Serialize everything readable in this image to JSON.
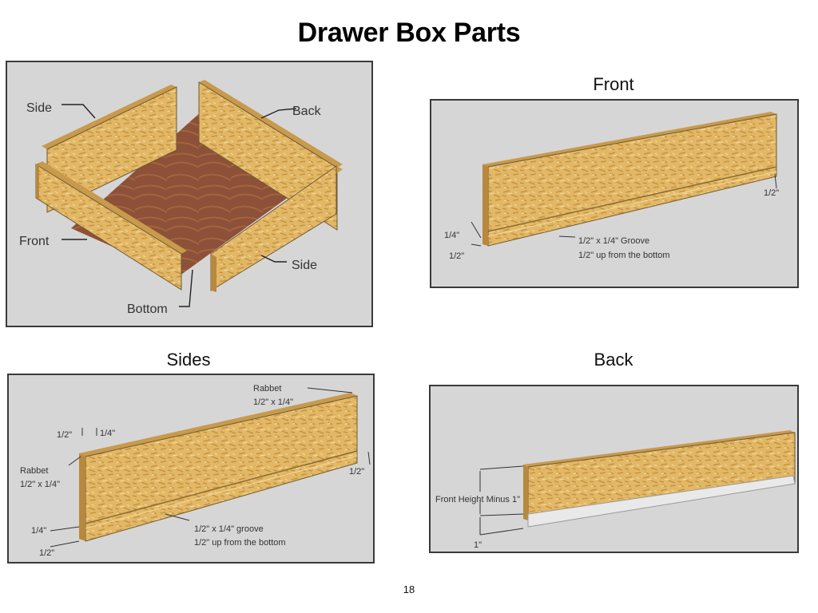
{
  "page": {
    "title": "Drawer Box Parts",
    "page_number": "18"
  },
  "sections": {
    "assembly": {
      "labels": {
        "side_left": "Side",
        "back": "Back",
        "front": "Front",
        "side_right": "Side",
        "bottom": "Bottom"
      }
    },
    "front": {
      "heading": "Front",
      "labels": {
        "quarter": "1/4\"",
        "half_left": "1/2\"",
        "half_right": "1/2\"",
        "groove_line1": "1/2\" x 1/4\" Groove",
        "groove_line2": "1/2\" up from the bottom"
      }
    },
    "sides": {
      "heading": "Sides",
      "labels": {
        "rabbet_top_1": "Rabbet",
        "rabbet_top_2": "1/2\" x 1/4\"",
        "half_top": "1/2\"",
        "quarter_top": "1/4\"",
        "rabbet_left_1": "Rabbet",
        "rabbet_left_2": "1/2\" x 1/4\"",
        "half_right": "1/2\"",
        "quarter_left": "1/4\"",
        "half_left": "1/2\"",
        "groove_line1": "1/2\" x 1/4\" groove",
        "groove_line2": "1/2\" up from the bottom"
      }
    },
    "back": {
      "heading": "Back",
      "labels": {
        "front_height": "Front Height Minus 1\"",
        "one_inch": "1\""
      }
    }
  },
  "colors": {
    "panel_bg": "#d6d6d6",
    "wood_face": "#e2b867",
    "wood_edge": "#c89a4c",
    "plywood": "#8d5038"
  }
}
